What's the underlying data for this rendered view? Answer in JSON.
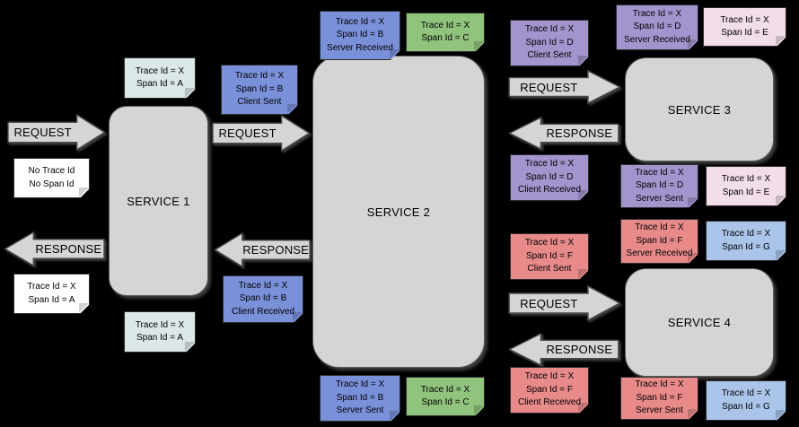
{
  "diagram": {
    "background": "#000000",
    "palette": {
      "service_fill": "#d5d5d5",
      "service_border": "#5e5e5e",
      "arrow_fill": "#d5d5d5",
      "arrow_border": "#4a4a4a",
      "note_border": "#2e2e2e",
      "note_white": "#ffffff",
      "note_gray_blue": "#dce8e8",
      "note_blue": "#7a90d9",
      "note_green": "#90c37c",
      "note_purple": "#a394ce",
      "note_pink": "#f2dee8",
      "note_red": "#e88a8a",
      "note_light_blue": "#aac4ea"
    },
    "services": [
      {
        "label": "SERVICE 1"
      },
      {
        "label": "SERVICE 2"
      },
      {
        "label": "SERVICE 3"
      },
      {
        "label": "SERVICE 4"
      }
    ],
    "arrows": [
      {
        "label": "REQUEST",
        "direction": "right"
      },
      {
        "label": "RESPONSE",
        "direction": "left"
      },
      {
        "label": "REQUEST",
        "direction": "right"
      },
      {
        "label": "RESPONSE",
        "direction": "left"
      },
      {
        "label": "REQUEST",
        "direction": "right"
      },
      {
        "label": "RESPONSE",
        "direction": "left"
      },
      {
        "label": "REQUEST",
        "direction": "right"
      },
      {
        "label": "RESPONSE",
        "direction": "left"
      }
    ],
    "notes": [
      {
        "lines": [
          "No Trace Id",
          "No Span Id"
        ],
        "color": "white"
      },
      {
        "lines": [
          "Trace Id = X",
          "Span Id = A"
        ],
        "color": "gray_blue"
      },
      {
        "lines": [
          "Trace Id = X",
          "Span Id = A"
        ],
        "color": "white"
      },
      {
        "lines": [
          "Trace Id = X",
          "Span Id = A"
        ],
        "color": "gray_blue"
      },
      {
        "lines": [
          "Trace Id = X",
          "Span Id = B",
          "Client Sent"
        ],
        "color": "blue"
      },
      {
        "lines": [
          "Trace Id = X",
          "Span Id = B",
          "Server Received"
        ],
        "color": "blue"
      },
      {
        "lines": [
          "Trace Id = X",
          "Span Id = C"
        ],
        "color": "green"
      },
      {
        "lines": [
          "Trace Id = X",
          "Span Id = B",
          "Client Received"
        ],
        "color": "blue"
      },
      {
        "lines": [
          "Trace Id = X",
          "Span Id = B",
          "Server Sent"
        ],
        "color": "blue"
      },
      {
        "lines": [
          "Trace Id = X",
          "Span Id = C"
        ],
        "color": "green"
      },
      {
        "lines": [
          "Trace Id = X",
          "Span Id = D",
          "Client Sent"
        ],
        "color": "purple"
      },
      {
        "lines": [
          "Trace Id = X",
          "Span Id = D",
          "Server Received"
        ],
        "color": "purple"
      },
      {
        "lines": [
          "Trace Id = X",
          "Span Id = E"
        ],
        "color": "pink"
      },
      {
        "lines": [
          "Trace Id = X",
          "Span Id = D",
          "Client Received"
        ],
        "color": "purple"
      },
      {
        "lines": [
          "Trace Id = X",
          "Span Id = D",
          "Server Sent"
        ],
        "color": "purple"
      },
      {
        "lines": [
          "Trace Id = X",
          "Span Id = E"
        ],
        "color": "pink"
      },
      {
        "lines": [
          "Trace Id = X",
          "Span Id = F",
          "Client Sent"
        ],
        "color": "red"
      },
      {
        "lines": [
          "Trace Id = X",
          "Span Id = F",
          "Server Received"
        ],
        "color": "red"
      },
      {
        "lines": [
          "Trace Id = X",
          "Span Id = G"
        ],
        "color": "light_blue"
      },
      {
        "lines": [
          "Trace Id = X",
          "Span Id = F",
          "Client Received"
        ],
        "color": "red"
      },
      {
        "lines": [
          "Trace Id = X",
          "Span Id = F",
          "Server Sent"
        ],
        "color": "red"
      },
      {
        "lines": [
          "Trace Id = X",
          "Span Id = G"
        ],
        "color": "light_blue"
      }
    ]
  }
}
